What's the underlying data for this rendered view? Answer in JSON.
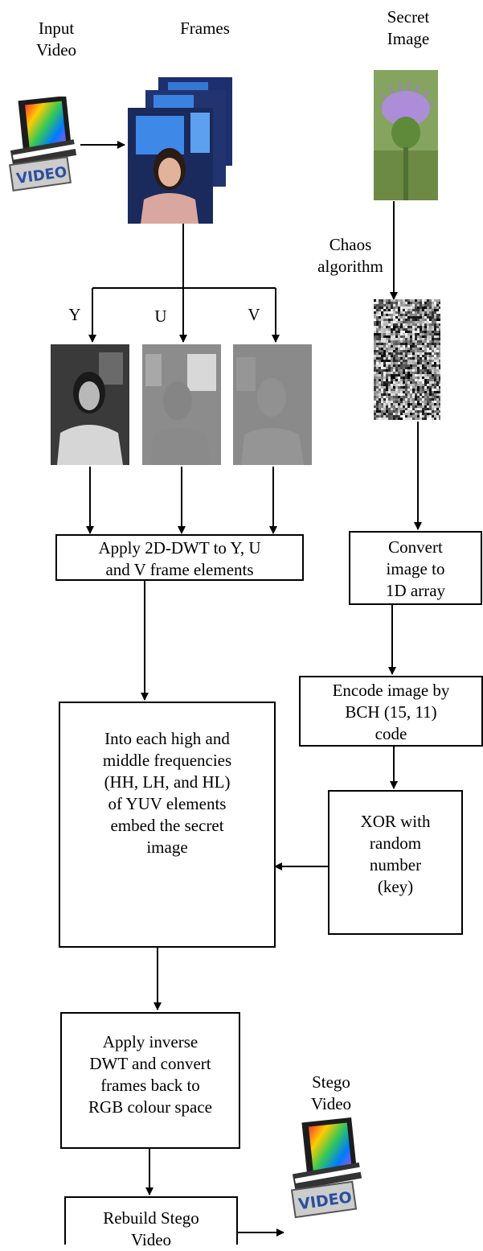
{
  "labels": {
    "input_video": [
      "Input",
      "Video"
    ],
    "frames": "Frames",
    "secret_image": [
      "Secret",
      "Image"
    ],
    "chaos_algorithm": [
      "Chaos",
      "algorithm"
    ],
    "y": "Y",
    "u": "U",
    "v": "V",
    "stego_video": [
      "Stego",
      "Video"
    ],
    "video_icon_text": "VIDEO"
  },
  "boxes": {
    "dwt": [
      "Apply 2D-DWT to Y, U",
      "and V frame elements"
    ],
    "convert_1d": [
      "Convert",
      "image to",
      "1D array"
    ],
    "encode_bch": [
      "Encode image by",
      "BCH (15, 11)",
      "code"
    ],
    "embed": [
      "Into each high and",
      "middle frequencies",
      "(HH, LH, and HL)",
      "of YUV elements",
      "embed the secret",
      "image"
    ],
    "xor": [
      "XOR with",
      "random",
      "number",
      "(key)"
    ],
    "inverse_dwt": [
      "Apply inverse",
      "DWT and convert",
      "frames back to",
      "RGB colour space"
    ],
    "rebuild": [
      "Rebuild Stego",
      "Video"
    ]
  },
  "colors": {
    "stroke": "#000000",
    "box_fill": "#ffffff"
  }
}
